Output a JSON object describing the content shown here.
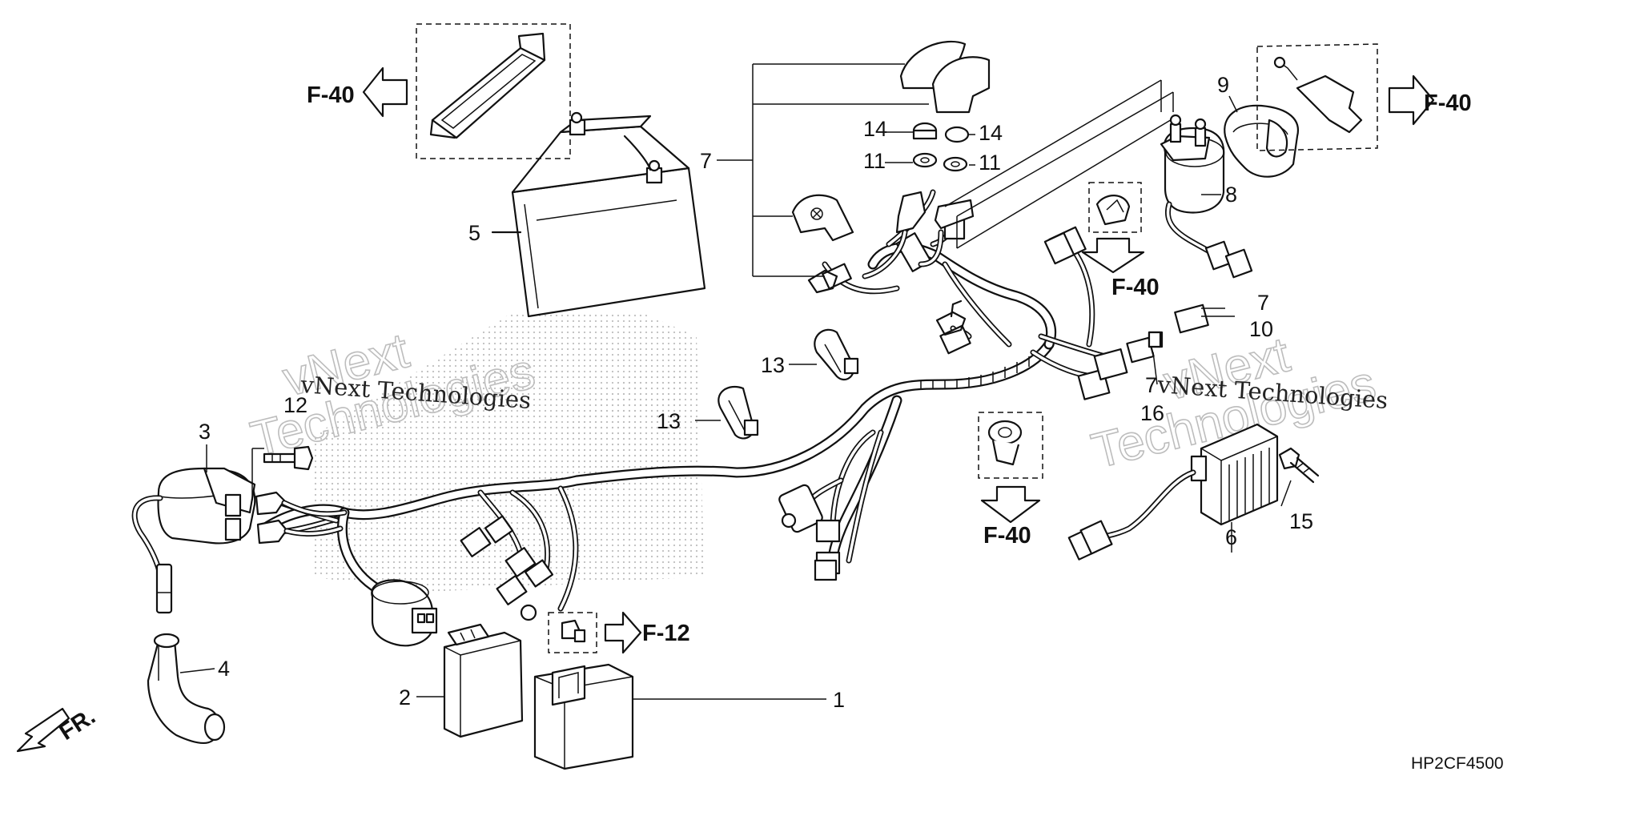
{
  "callouts": {
    "c1": "1",
    "c2": "2",
    "c3": "3",
    "c4": "4",
    "c5": "5",
    "c6": "6",
    "c7a": "7",
    "c7b": "7",
    "c7c": "7",
    "c8": "8",
    "c9": "9",
    "c10": "10",
    "c11a": "11",
    "c11b": "11",
    "c12": "12",
    "c13a": "13",
    "c13b": "13",
    "c14a": "14",
    "c14b": "14",
    "c15": "15",
    "c16": "16"
  },
  "references": {
    "f40_battery": "F-40",
    "f40_solenoid": "F-40",
    "f40_clip_right": "F-40",
    "f40_clip_center": "F-40",
    "f12_bolt": "F-12"
  },
  "front_indicator": "FR.",
  "diagram_code": "HP2CF4500",
  "watermark": {
    "serif_left": "vNext Technologies",
    "serif_right": "vNext Technologies",
    "outline_left_1": "vNext",
    "outline_left_2": "Technologies",
    "outline_right_1": "vNext",
    "outline_right_2": "Technologies"
  },
  "colors": {
    "line": "#111111",
    "watermark_outline": "#bdbdbd",
    "background": "#ffffff"
  }
}
